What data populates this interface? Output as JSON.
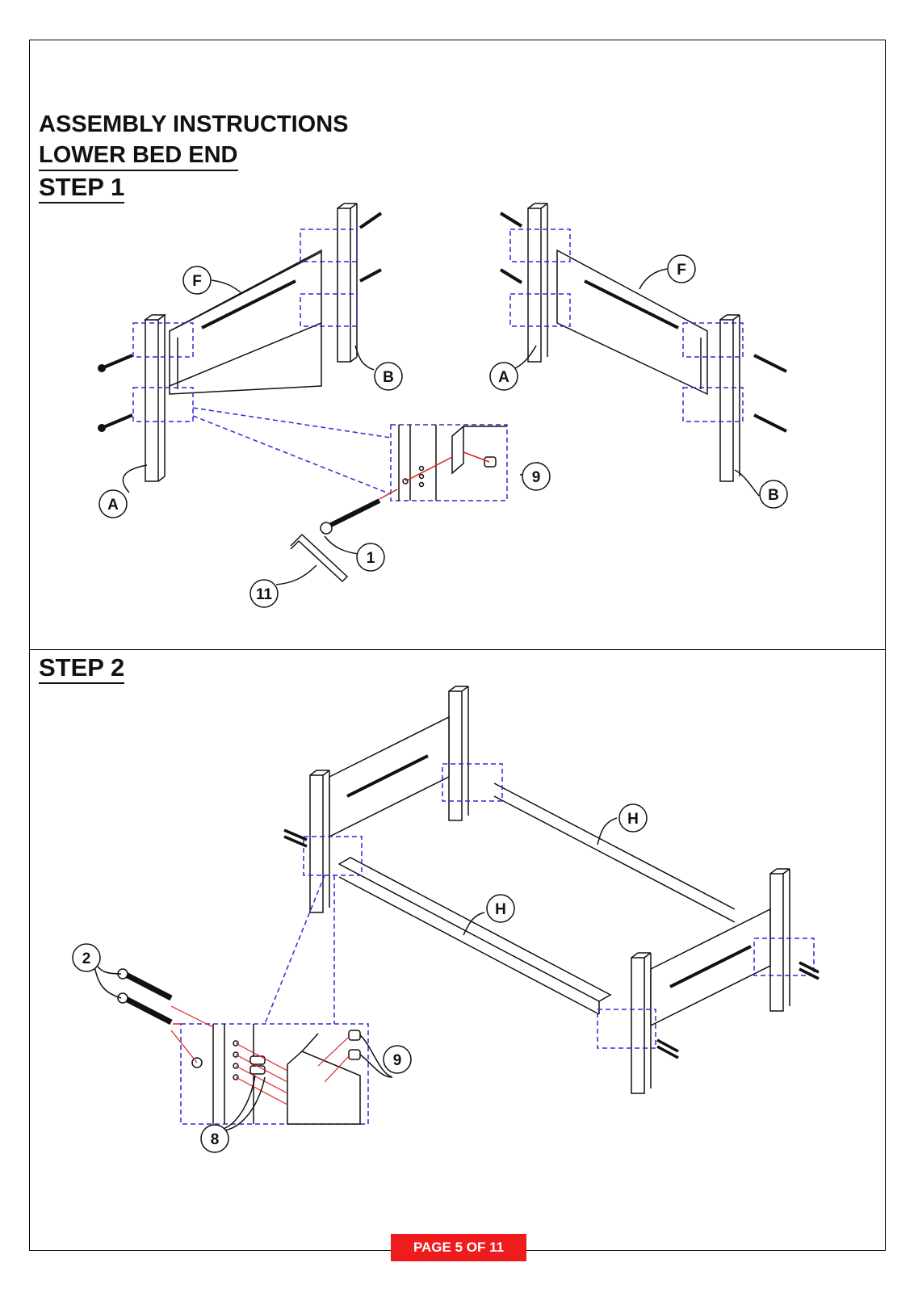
{
  "document": {
    "title": "ASSEMBLY INSTRUCTIONS",
    "section": "LOWER BED END",
    "page_label": "PAGE 5 OF 11"
  },
  "step1": {
    "title": "STEP 1",
    "labels": {
      "left_rail": "F",
      "left_post_a": "A",
      "left_post_b": "B",
      "right_rail": "F",
      "right_post_a": "A",
      "right_post_b": "B",
      "barrel_nut": "9",
      "bolt": "1",
      "allen_key": "11"
    }
  },
  "step2": {
    "title": "STEP 2",
    "labels": {
      "side_rail_back": "H",
      "side_rail_front": "H",
      "bolts": "2",
      "dowels": "8",
      "barrel_nuts": "9"
    }
  }
}
